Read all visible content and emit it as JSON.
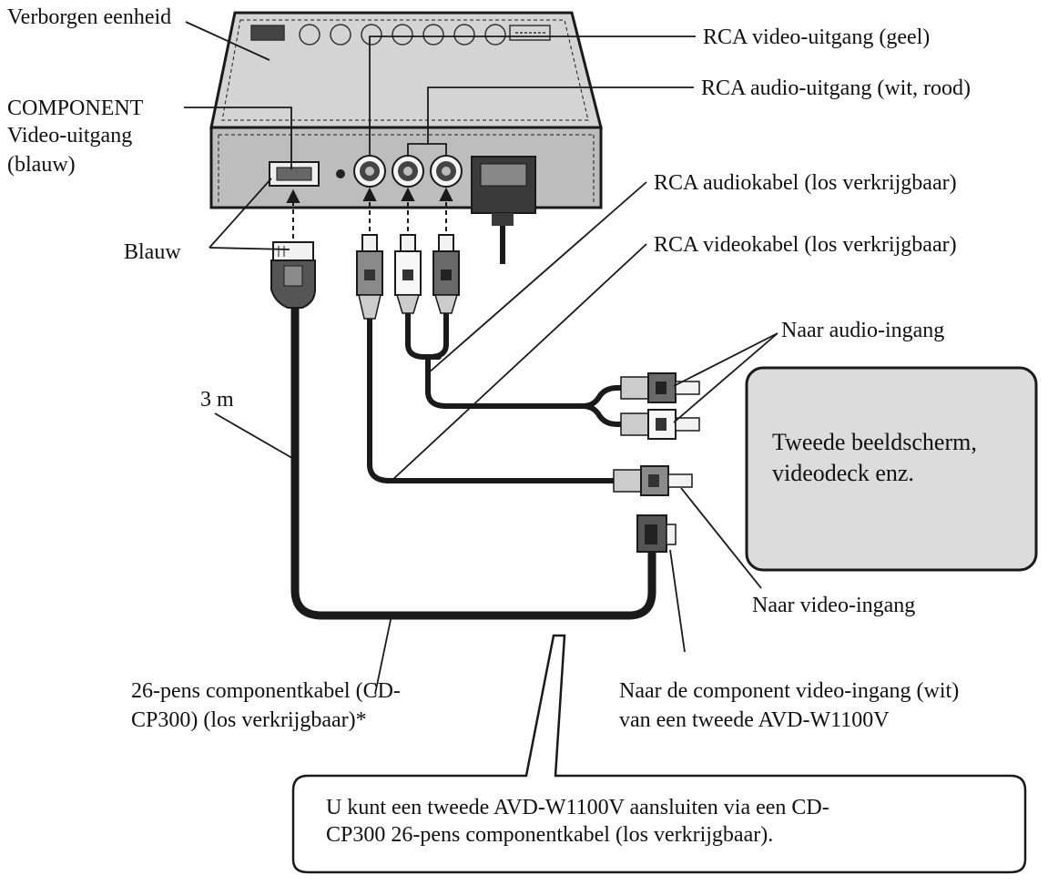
{
  "labels": {
    "hidden_unit": "Verborgen eenheid",
    "component_line1": "COMPONENT",
    "component_line2": "Video-uitgang",
    "component_line3": "(blauw)",
    "blue": "Blauw",
    "rca_video_out": "RCA video-uitgang (geel)",
    "rca_audio_out": "RCA audio-uitgang (wit, rood)",
    "rca_audio_cable": "RCA audiokabel (los verkrijgbaar)",
    "rca_video_cable": "RCA videokabel (los verkrijgbaar)",
    "to_audio_in": "Naar audio-ingang",
    "length": "3 m",
    "to_video_in": "Naar video-ingang",
    "cable26_line1": "26-pens componentkabel (CD-",
    "cable26_line2": "CP300) (los verkrijgbaar)*",
    "to_component_in_line1": "Naar de component video-ingang (wit)",
    "to_component_in_line2": "van een tweede AVD-W1100V"
  },
  "monitor": {
    "line1": "Tweede beeldscherm,",
    "line2": "videodeck enz."
  },
  "note": {
    "line1": "U kunt een tweede AVD-W1100V aansluiten via een CD-",
    "line2": "CP300 26-pens componentkabel (los verkrijgbaar)."
  },
  "colors": {
    "line": "#1a1a1a",
    "unit_fill": "#d4d4d4",
    "unit_front": "#bdbdbd",
    "monitor_fill": "#dcdcdc",
    "plug_dark": "#555555",
    "plug_mid": "#8a8a8a",
    "plug_light": "#f2f2f2"
  }
}
